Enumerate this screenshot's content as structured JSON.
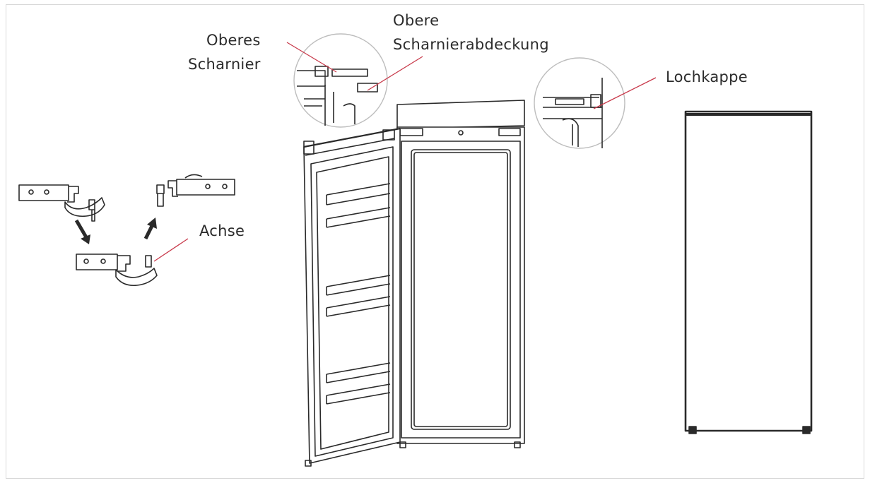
{
  "labels": {
    "upper_hinge_line1": "Oberes",
    "upper_hinge_line2": "Scharnier",
    "upper_cover_line1": "Obere",
    "upper_cover_line2": "Scharnierabdeckung",
    "hole_cap": "Lochkappe",
    "axle": "Achse"
  },
  "colors": {
    "leader_line": "#c83a4b",
    "outline": "#2a2a2a",
    "frame": "#d8d8d8"
  },
  "icons": [
    "arrow-down-icon",
    "arrow-up-icon"
  ]
}
